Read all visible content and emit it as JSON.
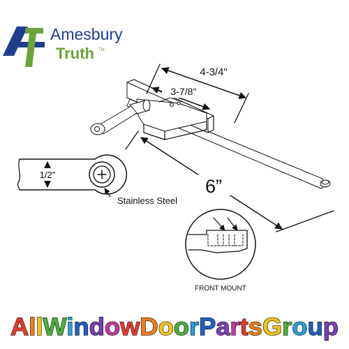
{
  "brand": {
    "line1": "Amesbury",
    "line2": "Truth",
    "trademark": "TM",
    "colors": {
      "blue": "#1f3f8c",
      "green": "#6aa43a"
    }
  },
  "dimensions": {
    "overall_arm": "4-3/4\"",
    "hinge_offset": "3-7/8\"",
    "length": "6”",
    "width": "1/2\""
  },
  "notes": {
    "material": "Stainless Steel",
    "mount": "FRONT MOUNT"
  },
  "footer": {
    "text": "AllWindowDoorPartsGroup",
    "letter_colors": [
      "#e23c2e",
      "#f07c1b",
      "#f4c21b",
      "#4caf3c",
      "#2a9fd8",
      "#1f5fbf",
      "#7b3fb5",
      "#c0399b"
    ]
  }
}
